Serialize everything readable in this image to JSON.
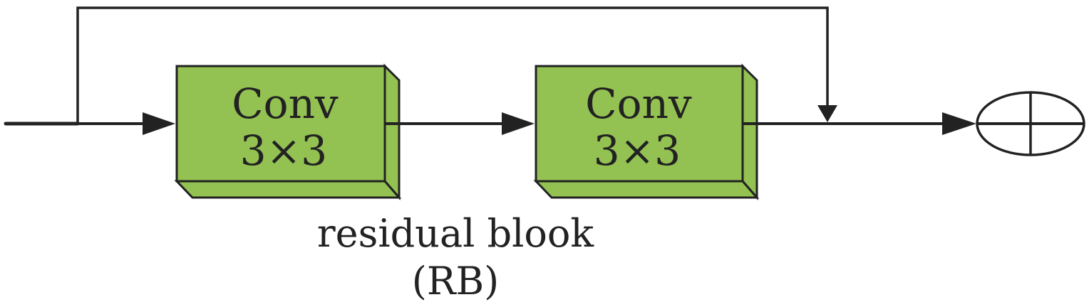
{
  "diagram": {
    "title": "residual blook",
    "subtitle": "(RB)",
    "colors": {
      "box_fill": "#93c152",
      "stroke": "#222222",
      "background": "#ffffff"
    },
    "blocks": [
      {
        "line1": "Conv",
        "line2": "3×3"
      },
      {
        "line1": "Conv",
        "line2": "3×3"
      }
    ],
    "sum_node": "addition-operator"
  }
}
